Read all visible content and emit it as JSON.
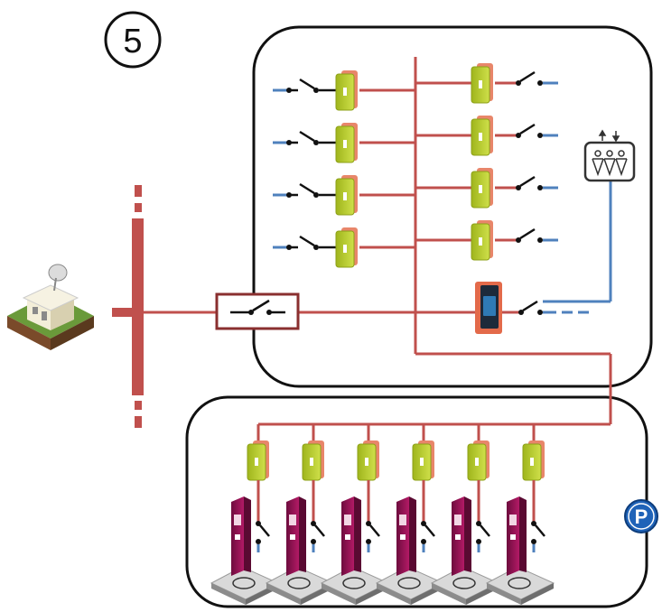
{
  "diagram": {
    "step_number": "5",
    "parking_badge": "P",
    "colors": {
      "power_line": "#c0504d",
      "feeder_line": "#4f81bd",
      "frame": "#111111",
      "meter_green": "#b5c82a",
      "meter_salmon": "#e8866a",
      "charger_body": "#8e1050",
      "parking_blue": "#1f63b8"
    },
    "left_panel_meters": 4,
    "right_panel_meters": 4,
    "ev_chargers": 6,
    "icons": [
      "substation-icon",
      "grid-busbar",
      "main-breaker-icon",
      "meter-icon",
      "switch-icon",
      "inverter-icon",
      "user-group-icon",
      "ev-charger-icon",
      "parking-icon"
    ]
  }
}
